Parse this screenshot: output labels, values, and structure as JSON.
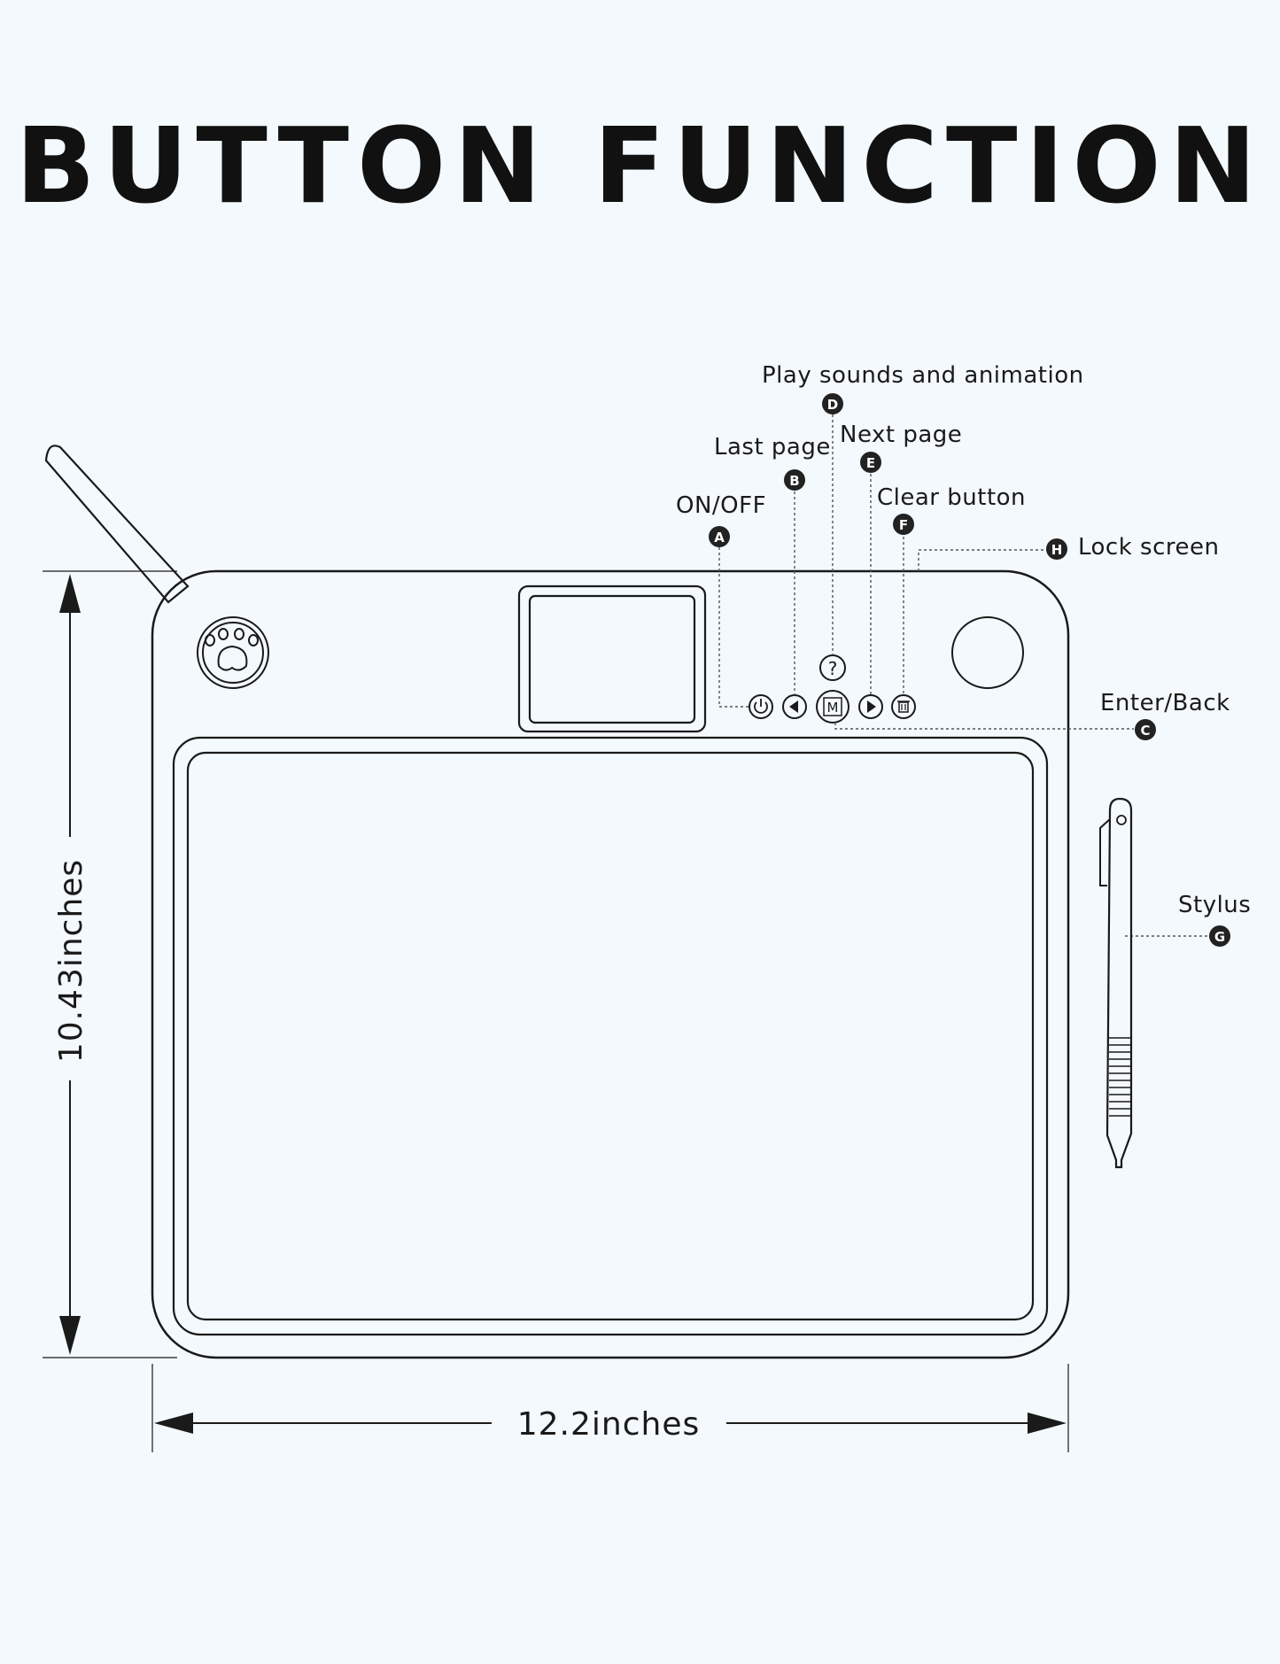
{
  "title": "BUTTON FUNCTION",
  "callouts": {
    "A": {
      "letter": "A",
      "label": "ON/OFF"
    },
    "B": {
      "letter": "B",
      "label": "Last page"
    },
    "C": {
      "letter": "C",
      "label": "Enter/Back"
    },
    "D": {
      "letter": "D",
      "label": "Play sounds and animation"
    },
    "E": {
      "letter": "E",
      "label": "Next page"
    },
    "F": {
      "letter": "F",
      "label": "Clear button"
    },
    "G": {
      "letter": "G",
      "label": "Stylus"
    },
    "H": {
      "letter": "H",
      "label": "Lock screen"
    }
  },
  "buttons": {
    "help_glyph": "?",
    "mode_glyph": "M"
  },
  "dimensions": {
    "height": "10.43inches",
    "width": "12.2inches"
  },
  "colors": {
    "background": "#f3f9fc",
    "ink": "#1a1a1a",
    "badge": "#222222"
  }
}
